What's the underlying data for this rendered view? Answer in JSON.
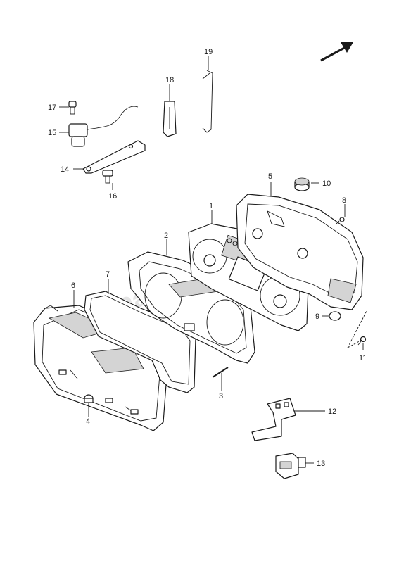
{
  "watermark": "Partsrepublik",
  "callouts": {
    "c1": "1",
    "c2": "2",
    "c3": "3",
    "c4": "4",
    "c5": "5",
    "c6": "6",
    "c7": "7",
    "c8": "8",
    "c9": "9",
    "c10": "10",
    "c11": "11",
    "c12": "12",
    "c13": "13",
    "c14": "14",
    "c15": "15",
    "c16": "16",
    "c17": "17",
    "c18": "18",
    "c19": "19"
  },
  "colors": {
    "line": "#1a1a1a",
    "background": "#ffffff",
    "watermark": "#cfcfcf"
  },
  "icons": {
    "direction": "front-direction-arrow-icon"
  }
}
